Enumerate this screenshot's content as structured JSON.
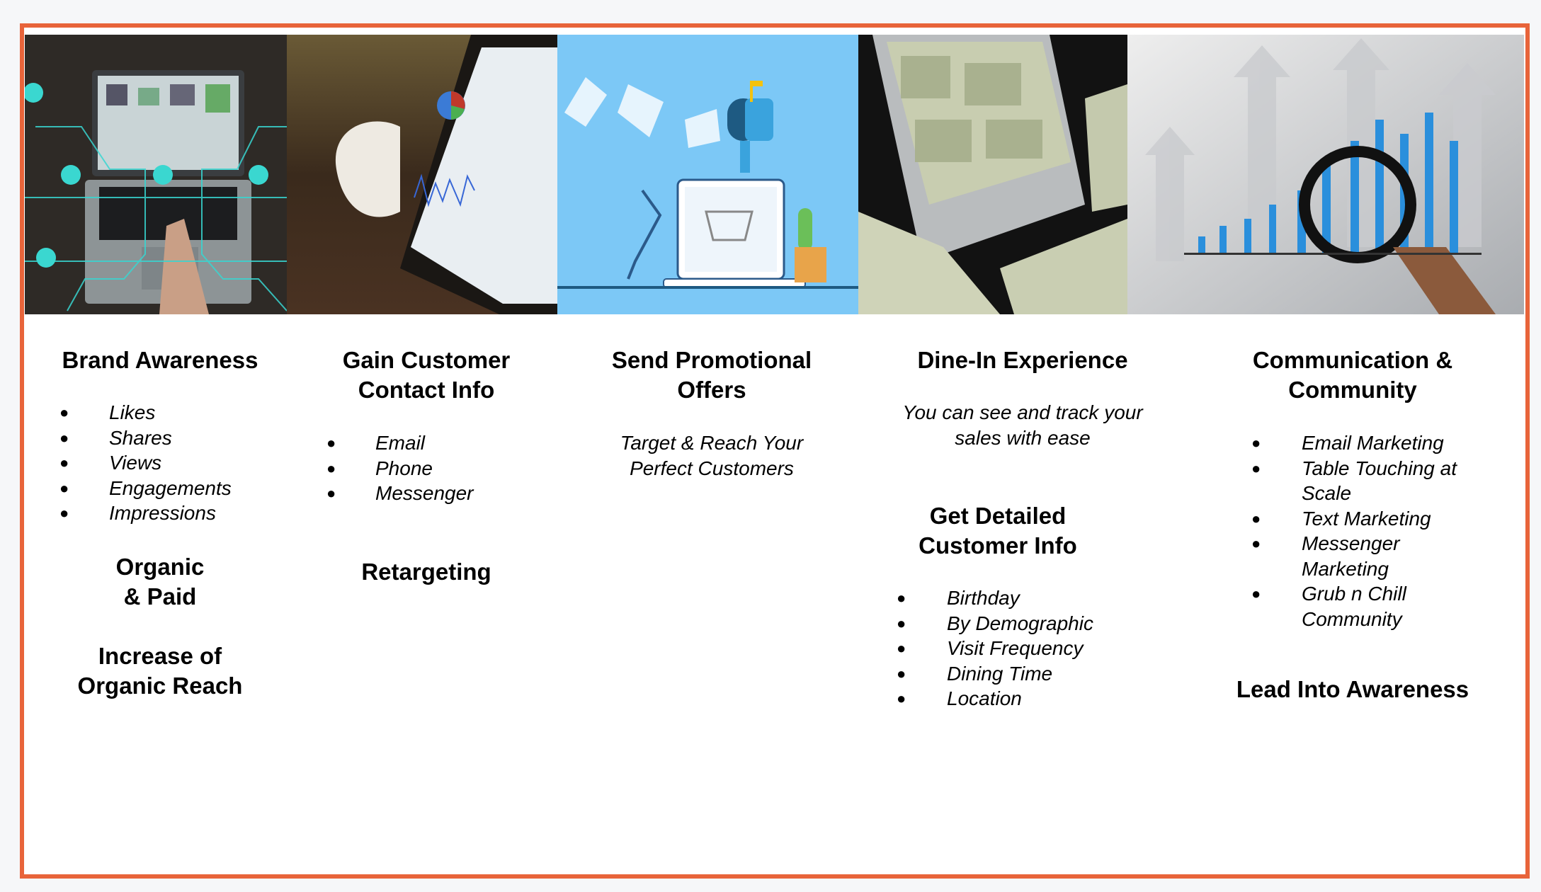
{
  "colors": {
    "border": "#e8643a",
    "background": "#ffffff"
  },
  "columns": [
    {
      "image": "laptop-network-photo",
      "title": "Brand Awareness",
      "items": [
        "Likes",
        "Shares",
        "Views",
        "Engagements",
        "Impressions"
      ],
      "extra": [
        "Organic",
        "& Paid"
      ],
      "extra2": [
        "Increase of",
        "Organic Reach"
      ]
    },
    {
      "image": "tablet-analytics-photo",
      "title": [
        "Gain Customer",
        "Contact Info"
      ],
      "items": [
        "Email",
        "Phone",
        "Messenger"
      ],
      "extra": "Retargeting"
    },
    {
      "image": "email-marketing-illustration",
      "title": [
        "Send Promotional",
        "Offers"
      ],
      "subtitle": [
        "Target & Reach Your",
        "Perfect Customers"
      ]
    },
    {
      "image": "money-case-photo",
      "title": "Dine-In Experience",
      "subtitle": [
        "You can see and track your",
        "sales with ease"
      ],
      "extra": [
        "Get Detailed",
        "Customer Info"
      ],
      "items": [
        "Birthday",
        "By Demographic",
        "Visit Frequency",
        "Dining Time",
        "Location"
      ]
    },
    {
      "image": "growth-chart-magnifier-photo",
      "title": [
        "Communication &",
        "Community"
      ],
      "items": [
        "Email Marketing",
        "Table Touching at Scale",
        "Text Marketing",
        "Messenger Marketing",
        "Grub n Chill Community"
      ],
      "extra": "Lead Into Awareness"
    }
  ],
  "bullet": "●"
}
